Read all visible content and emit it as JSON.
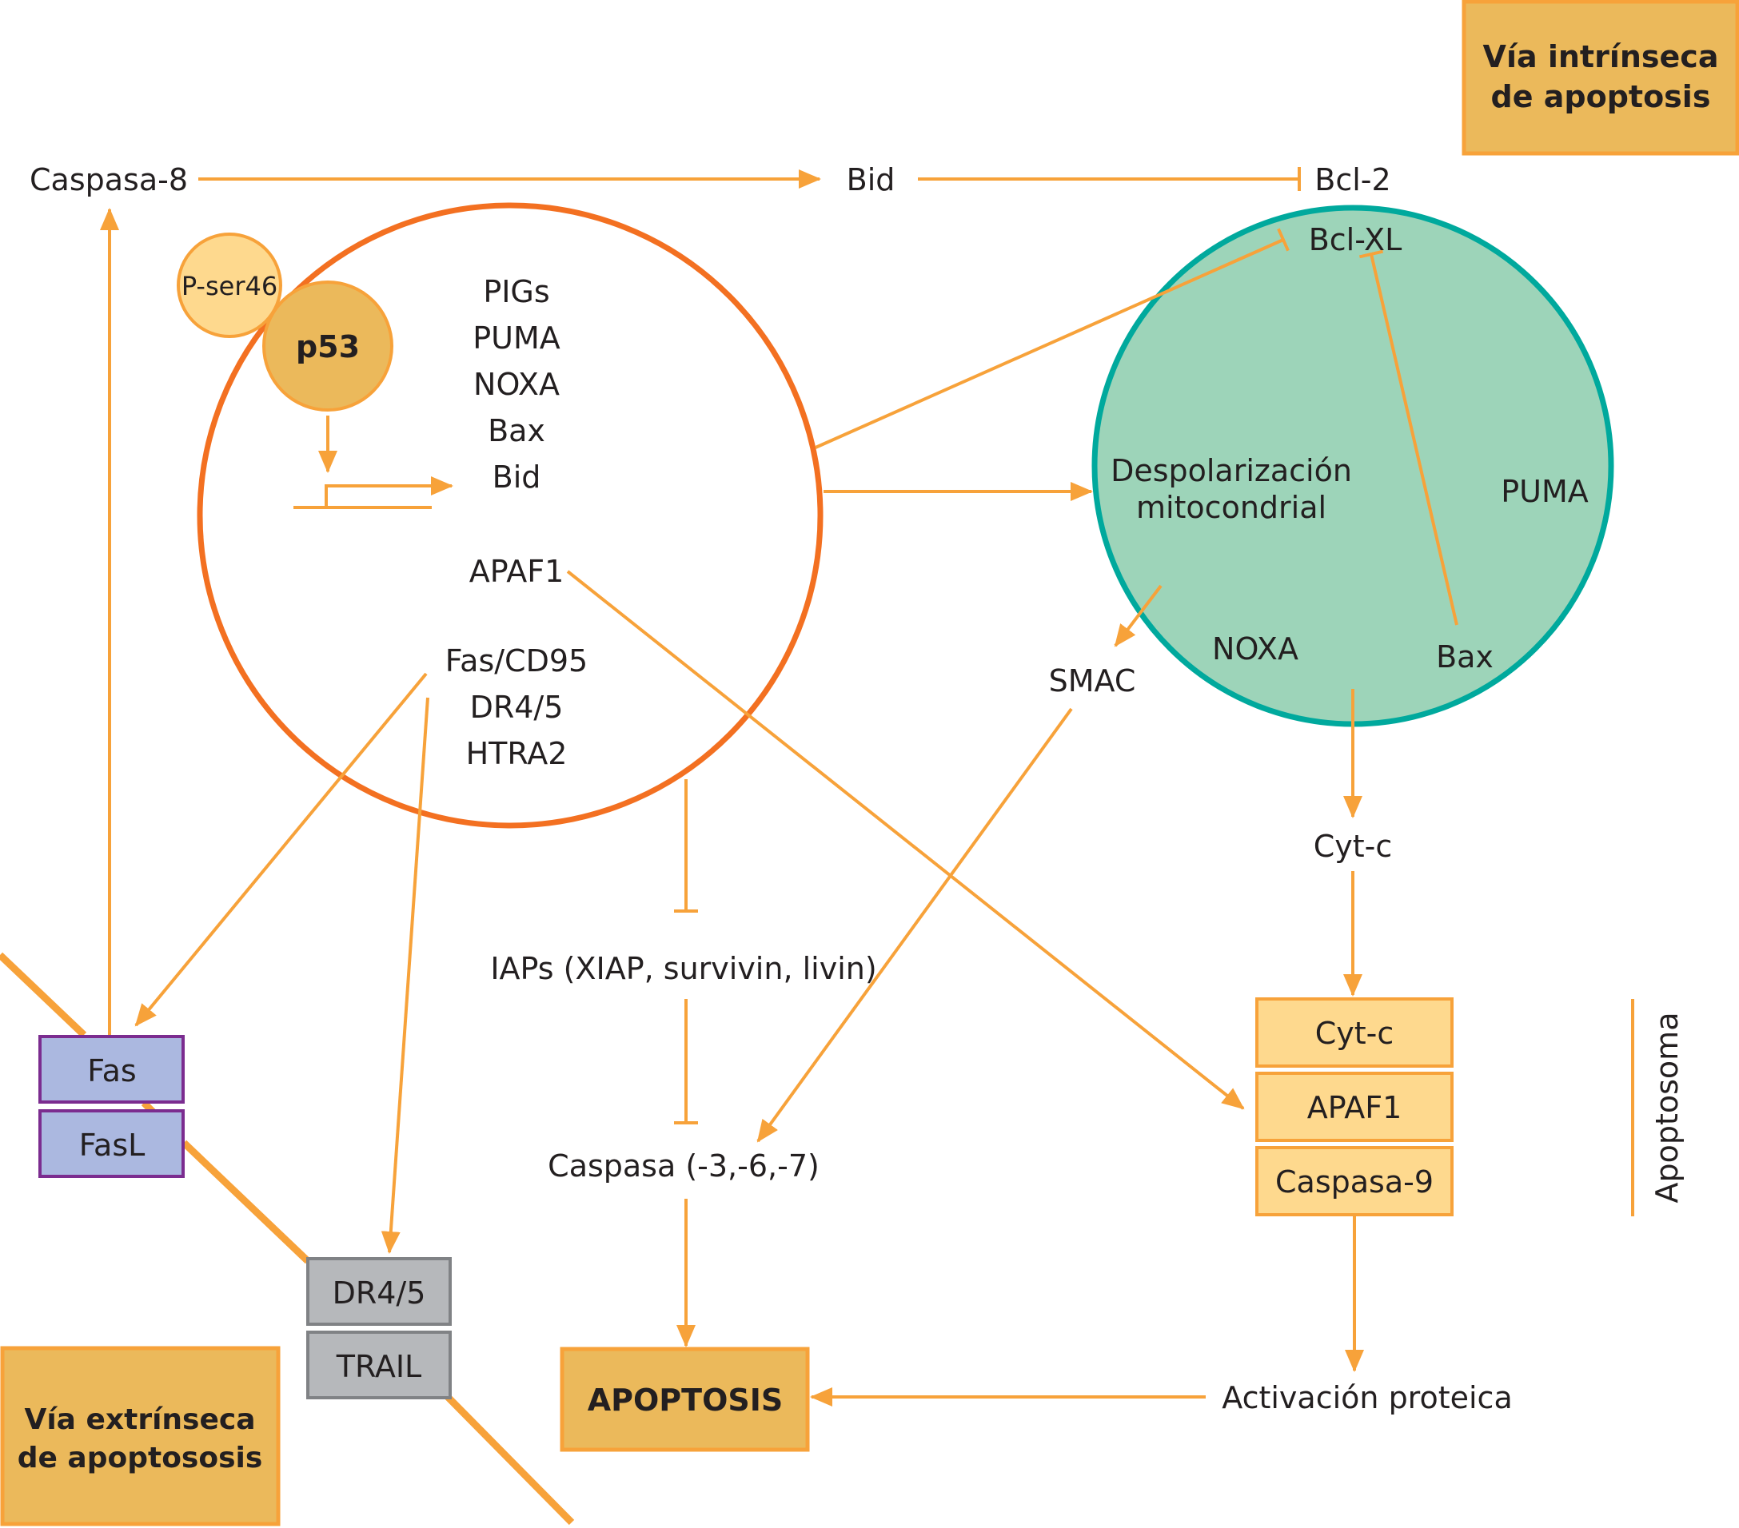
{
  "titles": {
    "intrinsic": [
      "Vía intrínseca",
      "de apoptosis"
    ],
    "extrinsic": [
      "Vía extrínseca",
      "de apoptososis"
    ],
    "apoptosis": "APOPTOSIS"
  },
  "top_row": {
    "caspase8": "Caspasa-8",
    "bid": "Bid",
    "bcl2": "Bcl-2"
  },
  "p53_cell": {
    "pser46": "P-ser46",
    "p53": "p53",
    "targets_group1": [
      "PIGs",
      "PUMA",
      "NOXA",
      "Bax",
      "Bid"
    ],
    "apaf1": "APAF1",
    "targets_group2": [
      "Fas/CD95",
      "DR4/5",
      "HTRA2"
    ]
  },
  "mitochondrion": {
    "bclxl": "Bcl-XL",
    "depolarization": [
      "Despolarización",
      "mitocondrial"
    ],
    "puma": "PUMA",
    "noxa": "NOXA",
    "bax": "Bax"
  },
  "smac": "SMAC",
  "cytc": "Cyt-c",
  "iaps": "IAPs (XIAP, survivin, livin)",
  "caspases_effector": "Caspasa (-3,-6,-7)",
  "apoptosome": {
    "label": "Apoptosoma",
    "components": [
      "Cyt-c",
      "APAF1",
      "Caspasa-9"
    ]
  },
  "protein_activation": "Activación proteica",
  "membrane_receptors": {
    "fas": [
      "Fas",
      "FasL"
    ],
    "dr": [
      "DR4/5",
      "TRAIL"
    ]
  },
  "colors": {
    "arrow": "#f7a23a",
    "p53_cell_border": "#f37021",
    "mito_fill": "#9dd4b9",
    "mito_border": "#00a99d",
    "title_box": "#ebb95b",
    "apoptosome_box": "#fed98e",
    "fas_box": "#abb8e0",
    "fas_border": "#7b2c8f",
    "dr_box": "#b6b8bb",
    "dr_border": "#808285"
  }
}
